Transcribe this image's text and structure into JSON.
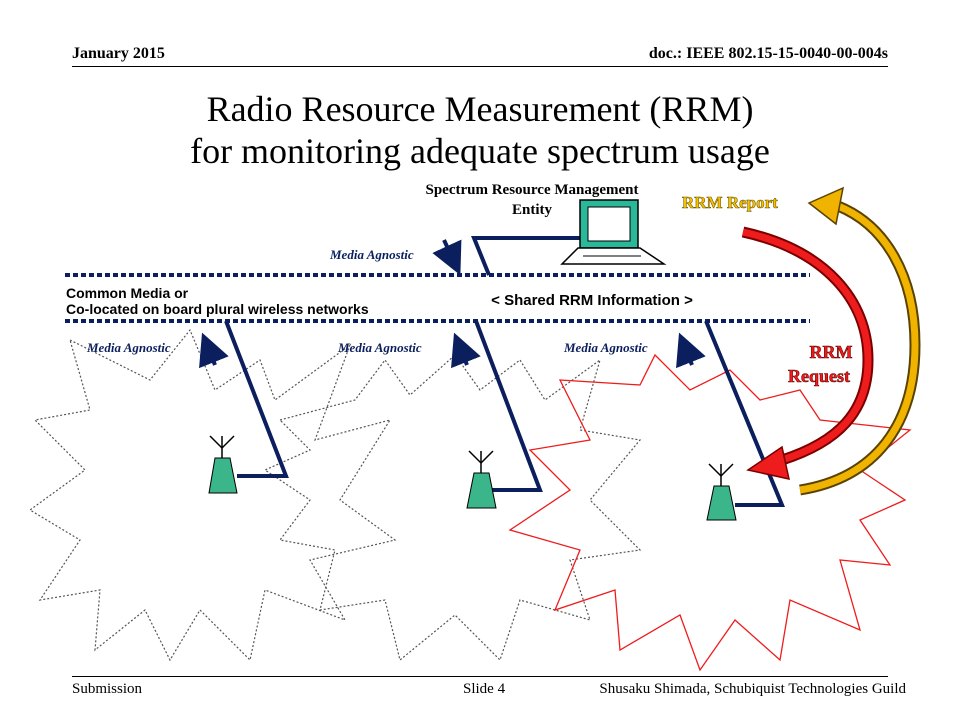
{
  "header": {
    "date": "January 2015",
    "doc": "doc.: IEEE 802.15-15-0040-00-004s"
  },
  "title": {
    "line1": "Radio Resource Measurement (RRM)",
    "line2": "for monitoring adequate spectrum usage"
  },
  "diagram": {
    "entity_label_line1": "Spectrum Resource Management",
    "entity_label_line2": "Entity",
    "common_media_line1": "Common Media or",
    "common_media_line2": "Co-located on board plural wireless networks",
    "shared_info": "< Shared RRM Information >",
    "media_agnostic": "Media Agnostic",
    "rrm_report": "RRM Report",
    "rrm_request_line1": "RRM",
    "rrm_request_line2": "Request",
    "colors": {
      "navy": "#0b1f5e",
      "antenna_green": "#3bb58a",
      "request_red": "#ee1c1c",
      "report_gold": "#f0b400",
      "label_gold": "#f5c400"
    }
  },
  "footer": {
    "left": "Submission",
    "middle": "Slide 4",
    "right": "Shusaku Shimada, Schubiquist Technologies Guild"
  }
}
